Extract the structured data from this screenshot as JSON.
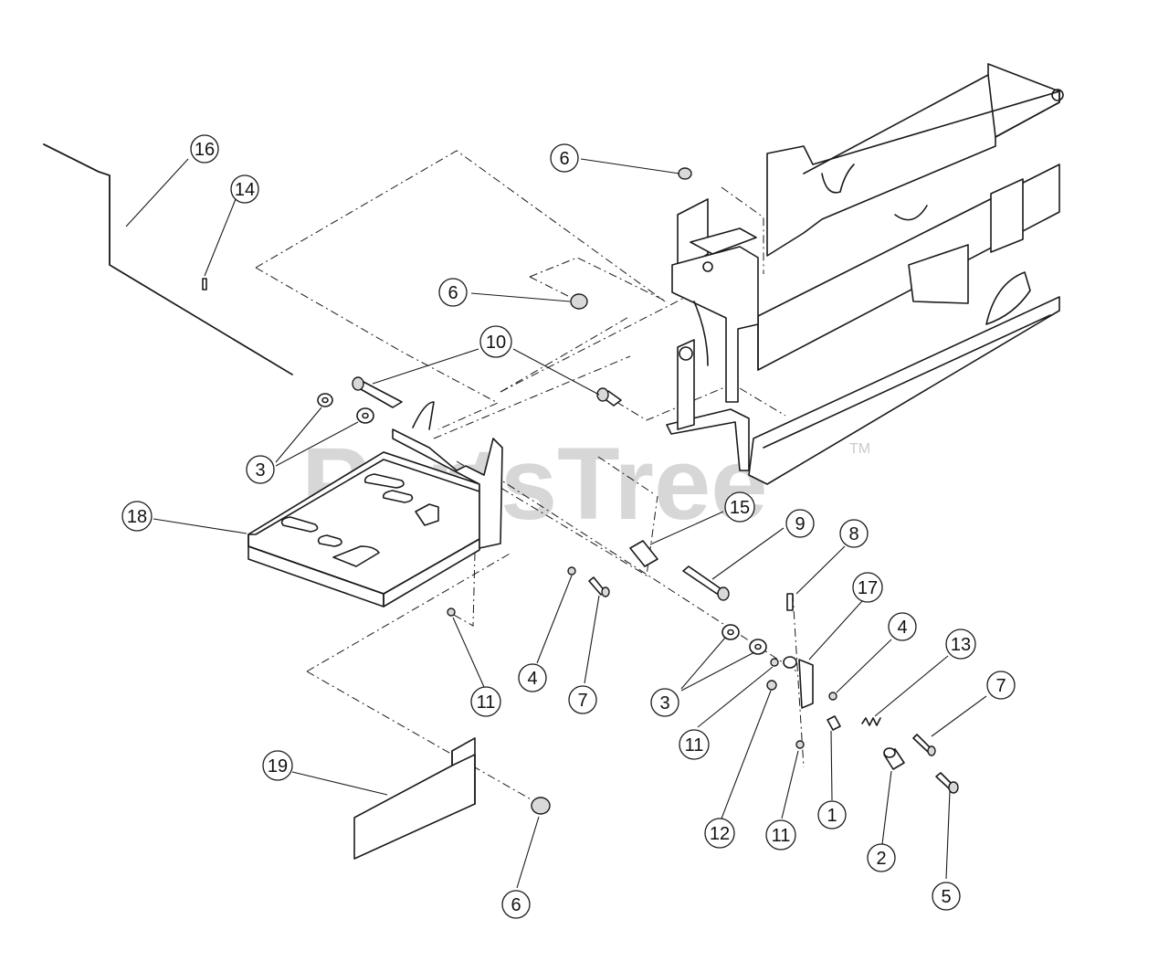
{
  "watermark": {
    "text": "PartsTree",
    "tm": "TM",
    "color": "#a8a8a8"
  },
  "colors": {
    "line": "#1a1a1a",
    "background": "#ffffff"
  },
  "callouts": [
    {
      "id": "c16",
      "label": "16"
    },
    {
      "id": "c14",
      "label": "14"
    },
    {
      "id": "c6a",
      "label": "6"
    },
    {
      "id": "c6b",
      "label": "6"
    },
    {
      "id": "c10",
      "label": "10"
    },
    {
      "id": "c3a",
      "label": "3"
    },
    {
      "id": "c18",
      "label": "18"
    },
    {
      "id": "c15",
      "label": "15"
    },
    {
      "id": "c9",
      "label": "9"
    },
    {
      "id": "c8",
      "label": "8"
    },
    {
      "id": "c17",
      "label": "17"
    },
    {
      "id": "c4a",
      "label": "4"
    },
    {
      "id": "c13",
      "label": "13"
    },
    {
      "id": "c7a",
      "label": "7"
    },
    {
      "id": "c4b",
      "label": "4"
    },
    {
      "id": "c7b",
      "label": "7"
    },
    {
      "id": "c11a",
      "label": "11"
    },
    {
      "id": "c3b",
      "label": "3"
    },
    {
      "id": "c11b",
      "label": "11"
    },
    {
      "id": "c19",
      "label": "19"
    },
    {
      "id": "c12",
      "label": "12"
    },
    {
      "id": "c11c",
      "label": "11"
    },
    {
      "id": "c1",
      "label": "1"
    },
    {
      "id": "c2",
      "label": "2"
    },
    {
      "id": "c6c",
      "label": "6"
    },
    {
      "id": "c5",
      "label": "5"
    }
  ]
}
